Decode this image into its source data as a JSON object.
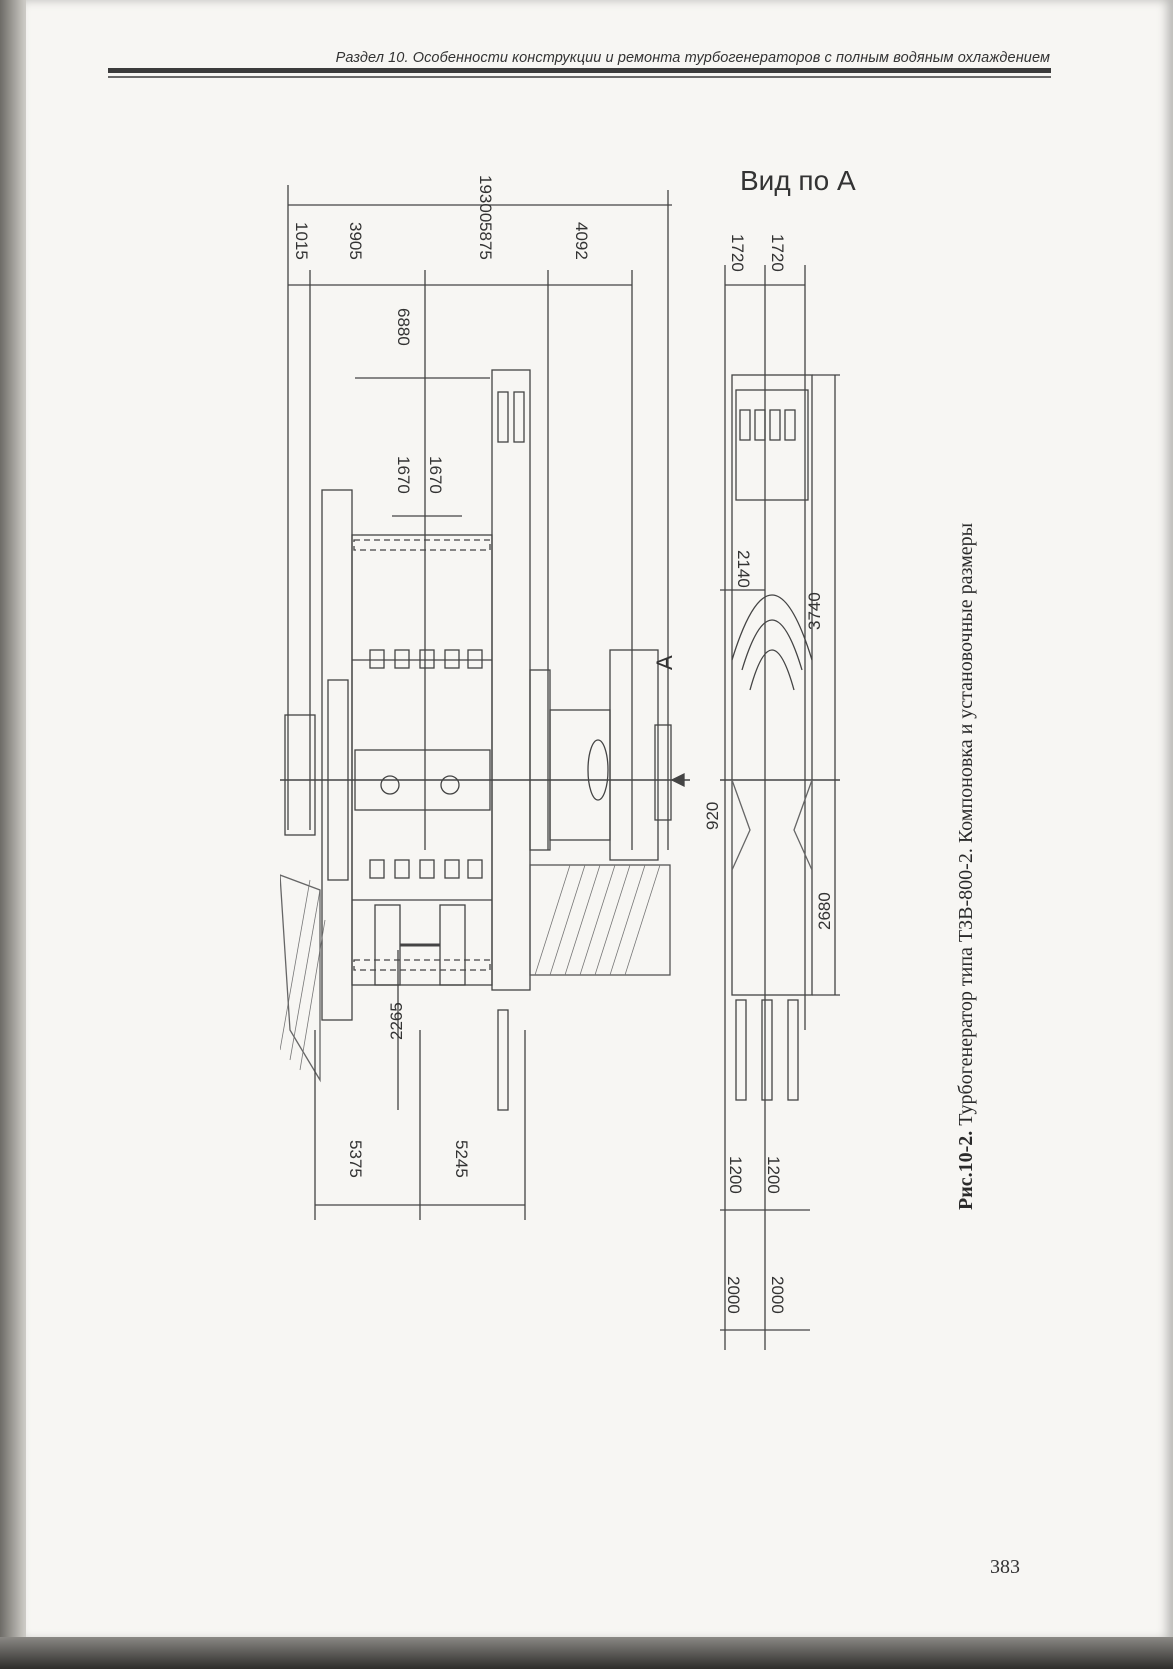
{
  "header": {
    "running_title": "Раздел 10. Особенности конструкции и ремонта турбогенераторов с полным водяным охлаждением"
  },
  "figure": {
    "caption_number": "Рис.10-2.",
    "caption_text": "Турбогенератор типа ТЗВ-800-2. Компоновка и установочные размеры",
    "view_label": "Вид по А",
    "arrow_label": "А",
    "dimensions": {
      "overall_length": "19300",
      "d_1015": "1015",
      "d_3905": "3905",
      "d_5875": "5875",
      "d_4092": "4092",
      "d_6880": "6880",
      "d_1670_left": "1670",
      "d_1670_right": "1670",
      "d_2265": "2265",
      "d_5375": "5375",
      "d_5245": "5245",
      "d_1720_left": "1720",
      "d_1720_right": "1720",
      "d_2140": "2140",
      "d_3740": "3740",
      "d_920": "920",
      "d_2680": "2680",
      "d_1200_left": "1200",
      "d_1200_right": "1200",
      "d_2000_left": "2000",
      "d_2000_right": "2000"
    }
  },
  "page": {
    "number": "383"
  }
}
